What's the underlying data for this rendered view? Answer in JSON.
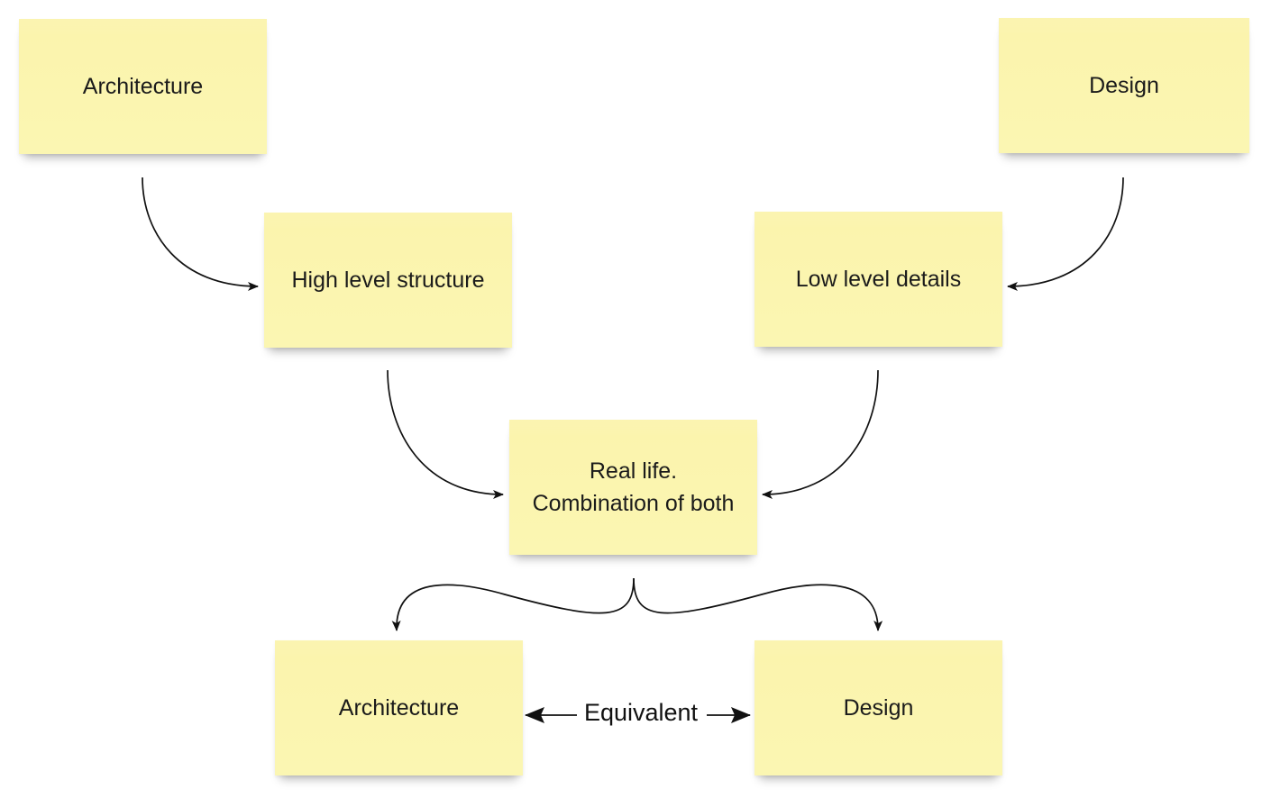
{
  "notes": {
    "top_architecture": "Architecture",
    "top_design": "Design",
    "high_level_structure": "High level structure",
    "low_level_details": "Low level details",
    "real_life": "Real life. Combination of both",
    "bottom_architecture": "Architecture",
    "bottom_design": "Design"
  },
  "relation": {
    "label": "Equivalent"
  },
  "colors": {
    "note_fill": "#fbf6b2",
    "line": "#111111",
    "background": "#ffffff"
  }
}
